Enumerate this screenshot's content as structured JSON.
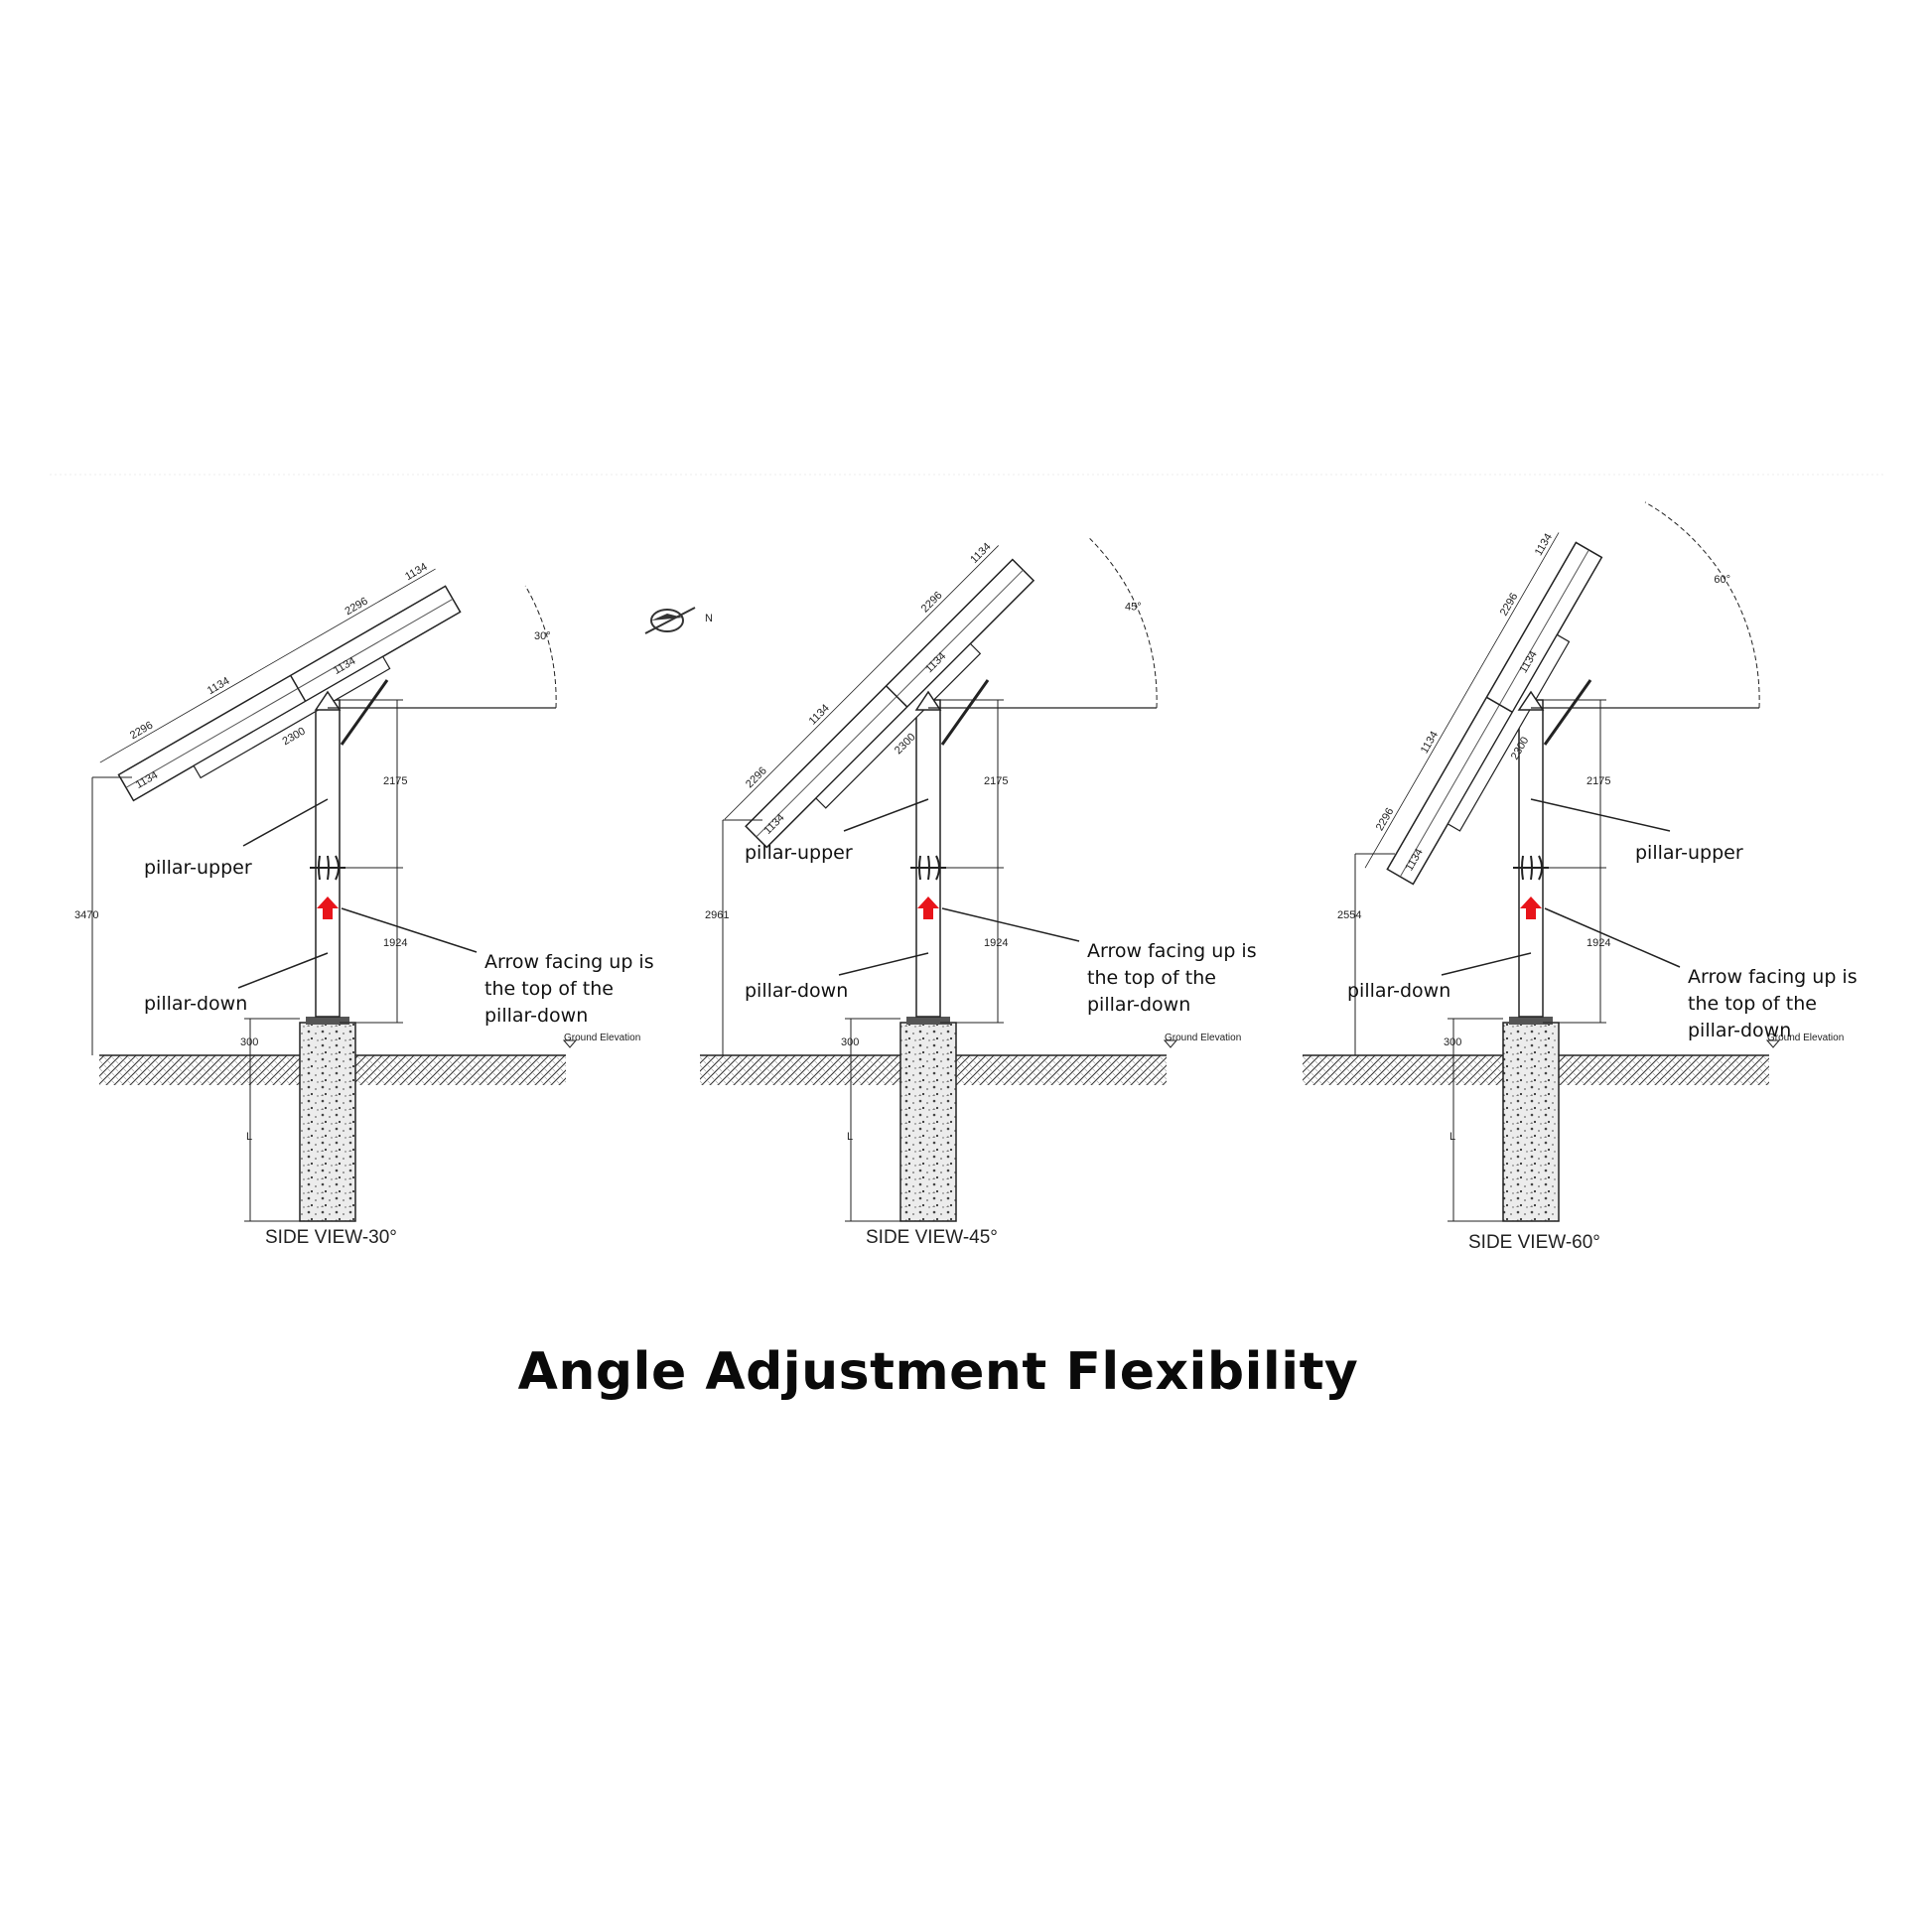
{
  "title": "Angle Adjustment Flexibility",
  "compass_icon": "compass-north-icon",
  "compass_letter": "N",
  "colors": {
    "arrow": "#e8141a",
    "line": "#222222",
    "concrete": "#d8d8d8"
  },
  "views": [
    {
      "caption": "SIDE VIEW-30°",
      "angle": "30°",
      "height_dim": "3470",
      "dim_upper": "2175",
      "dim_lower": "1924",
      "dim_base": "300",
      "dim_depth": "L",
      "panel_dims": [
        "2296",
        "1134",
        "1134",
        "2296",
        "1134",
        "1134",
        "2300"
      ],
      "label_upper": "pillar-upper",
      "label_down": "pillar-down",
      "arrow_note": [
        "Arrow facing up is",
        "the top of the",
        "pillar-down"
      ],
      "ground_label": "Ground Elevation"
    },
    {
      "caption": "SIDE VIEW-45°",
      "angle": "45°",
      "height_dim": "2961",
      "dim_upper": "2175",
      "dim_lower": "1924",
      "dim_base": "300",
      "dim_depth": "L",
      "panel_dims": [
        "2296",
        "1134",
        "1134",
        "2296",
        "1134",
        "1134",
        "2300"
      ],
      "label_upper": "pillar-upper",
      "label_down": "pillar-down",
      "arrow_note": [
        "Arrow facing up is",
        "the top of the",
        "pillar-down"
      ],
      "ground_label": "Ground Elevation"
    },
    {
      "caption": "SIDE VIEW-60°",
      "angle": "60°",
      "height_dim": "2554",
      "dim_upper": "2175",
      "dim_lower": "1924",
      "dim_base": "300",
      "dim_depth": "L",
      "panel_dims": [
        "2296",
        "1134",
        "1134",
        "2296",
        "1134",
        "1134",
        "2300"
      ],
      "label_upper": "pillar-upper",
      "label_down": "pillar-down",
      "arrow_note": [
        "Arrow facing up is",
        "the top of the",
        "pillar-down"
      ],
      "ground_label": "Ground Elevation"
    }
  ]
}
